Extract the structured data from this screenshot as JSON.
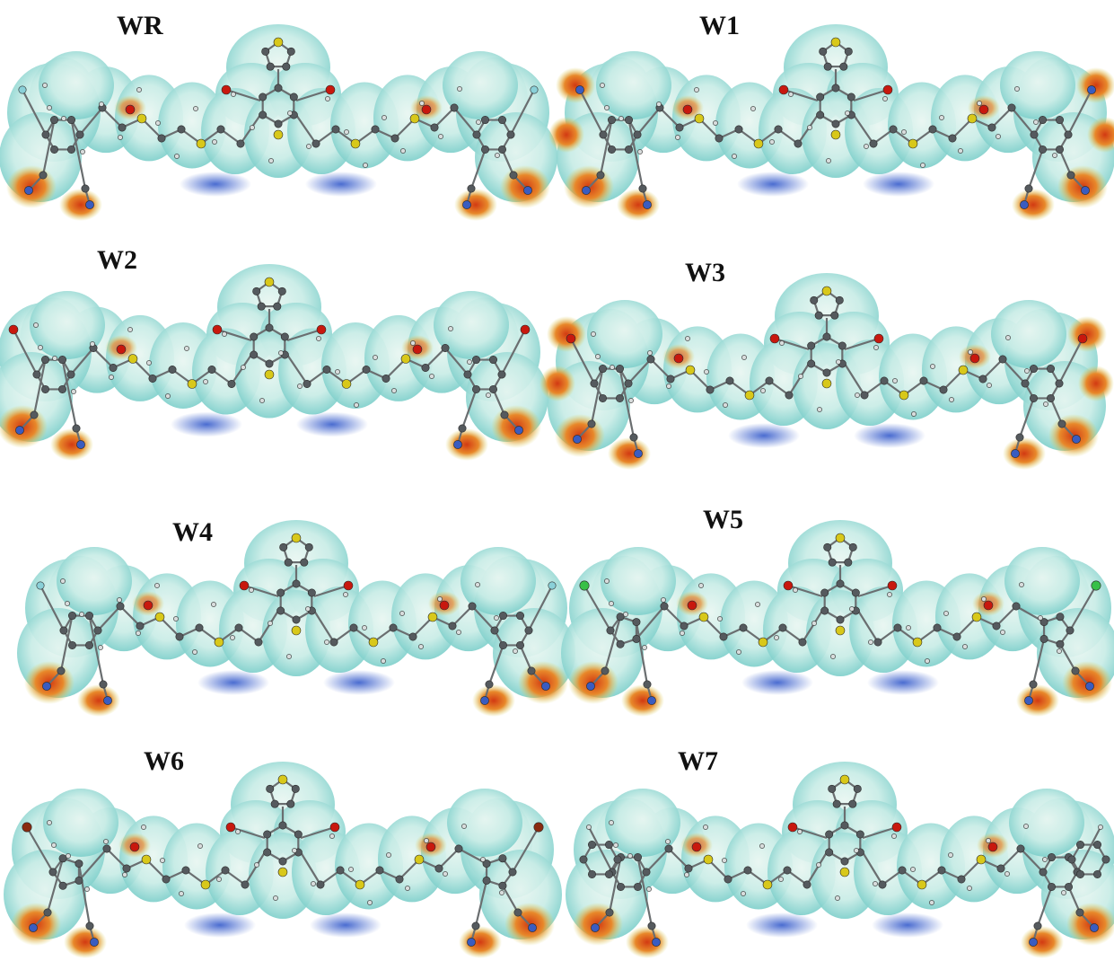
{
  "figure": {
    "panels": [
      {
        "label": "WR"
      },
      {
        "label": "W1"
      },
      {
        "label": "W2"
      },
      {
        "label": "W3"
      },
      {
        "label": "W4"
      },
      {
        "label": "W5"
      },
      {
        "label": "W6"
      },
      {
        "label": "W7"
      }
    ]
  },
  "palette": {
    "surface_main": "#6ec9c5",
    "surface_light": "#c8ece6",
    "surface_pale": "#e8f6f1",
    "negative_red": "#d23a12",
    "negative_orange": "#e8882a",
    "intermediate_yellow": "#d9d35a",
    "positive_blue": "#2a52c8",
    "carbon": "#555a5e",
    "hydrogen": "#d8dcdc",
    "oxygen": "#c8180e",
    "sulfur": "#d8c81a",
    "nitrogen": "#3a5cc0",
    "fluorine": "#8ad0d8",
    "chlorine": "#38c048",
    "bromine": "#8a2a10"
  }
}
